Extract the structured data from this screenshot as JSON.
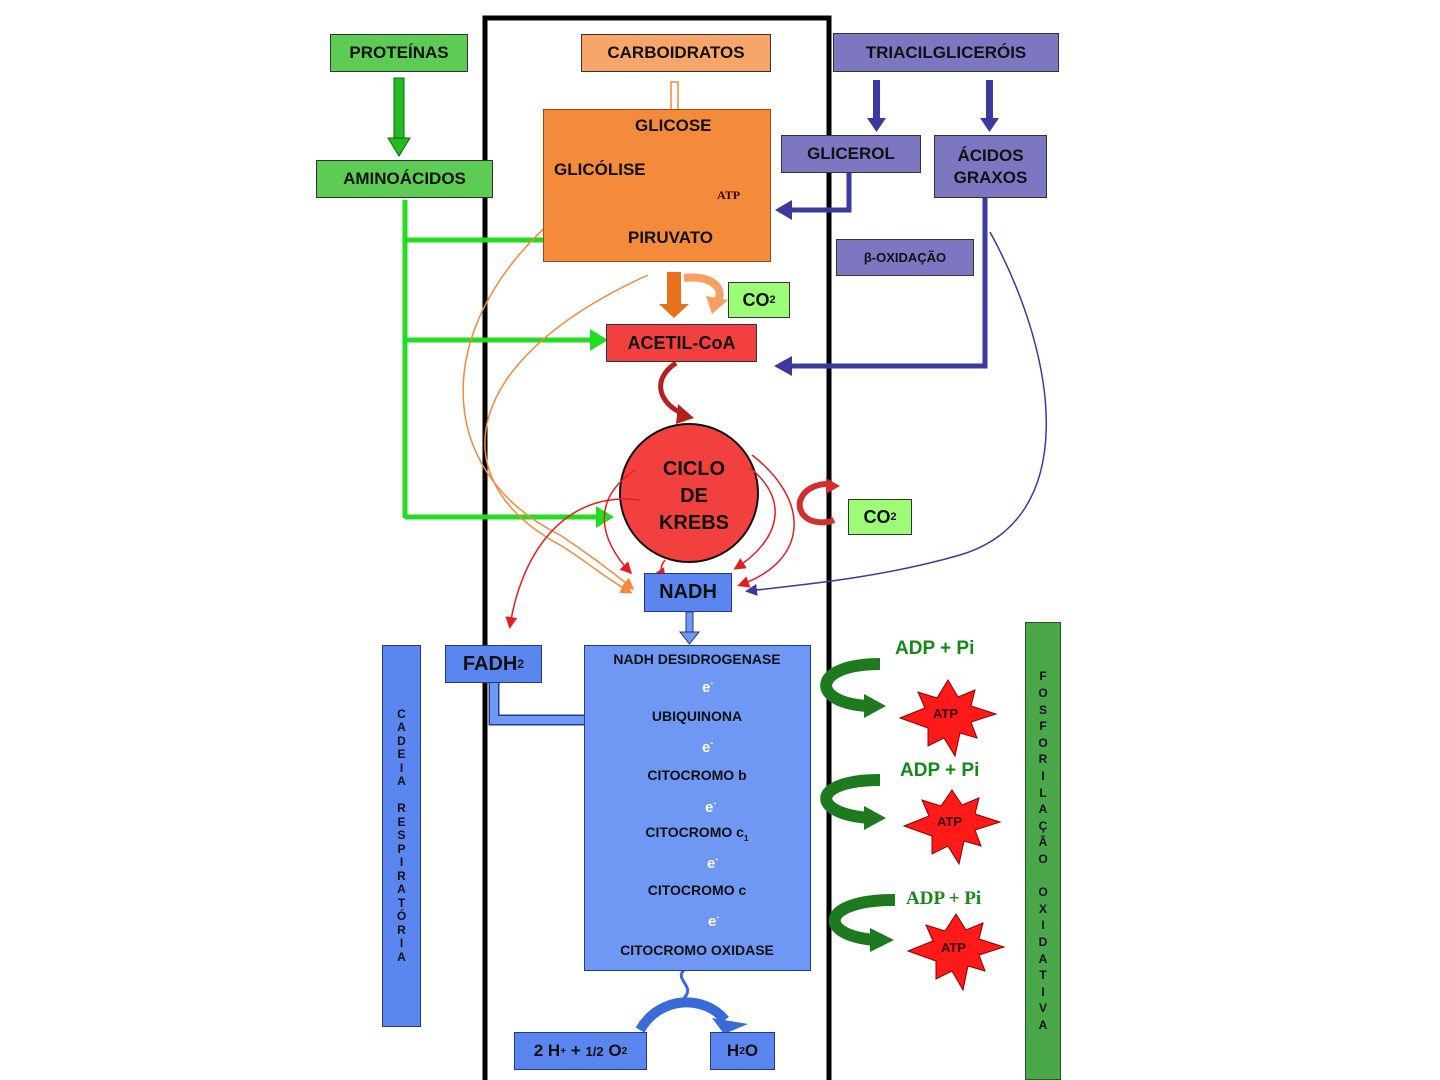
{
  "sources": {
    "proteinas": "PROTEÍNAS",
    "carboidratos": "CARBOIDRATOS",
    "triacilglicerois": "TRIACILGLICERÓIS"
  },
  "aminoacidos": "AMINOÁCIDOS",
  "glicolise": {
    "glicose": "GLICOSE",
    "label": "GLICÓLISE",
    "piruvato": "PIRUVATO",
    "atp": "ATP"
  },
  "glicerol": "GLICEROL",
  "acidos_graxos": [
    "ÁCIDOS",
    "GRAXOS"
  ],
  "beta_oxidacao": "β-OXIDAÇÃO",
  "co2": {
    "main": "CO",
    "sub": "2"
  },
  "acetil_coa": "ACETIL-CoA",
  "krebs": [
    "CICLO",
    "DE",
    "KREBS"
  ],
  "nadh": "NADH",
  "fadh2": {
    "main": "FADH",
    "sub": "2"
  },
  "cadeia_respiratoria": "CADEIA RESPIRATÓRIA",
  "fosforilacao_oxidativa": "FOSFORILAÇÃO OXIDATIVA",
  "chain": {
    "nadh_desidrogenase": "NADH DESIDROGENASE",
    "ubiquinona": "UBIQUINONA",
    "citocromo_b": "CITOCROMO b",
    "citocromo_c1": {
      "main": "CITOCROMO c",
      "sub": "1"
    },
    "citocromo_c": "CITOCROMO c",
    "citocromo_oxidase": "CITOCROMO OXIDASE",
    "electron": "e",
    "electron_sup": "-"
  },
  "adp_pi": "ADP + Pi",
  "atp": "ATP",
  "products": {
    "h_o2": {
      "a": "2 H",
      "a_sup": "+",
      "b": " + ",
      "frac": "1/2",
      "c": " O",
      "c_sub": "2"
    },
    "h2o": {
      "a": "H",
      "a_sub": "2",
      "b": "O"
    }
  },
  "colors": {
    "green": "#5ccc55",
    "arrow_green": "#22dd22",
    "orange": "#f48a3c",
    "purple": "#7c77c0",
    "arrow_purple": "#3a3aa0",
    "red": "#f2403f",
    "blue": "#5b86f0",
    "lime": "#9dfc77",
    "dark_green": "#1e7a1e"
  }
}
